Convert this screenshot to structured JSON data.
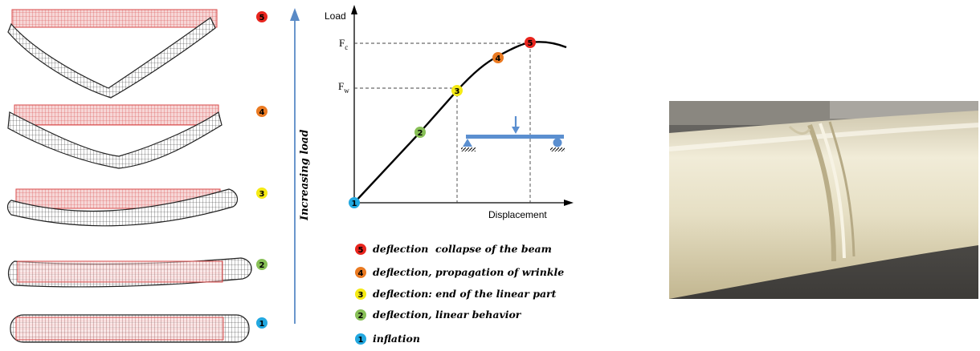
{
  "colors": {
    "reference_beam": "#e05c5c",
    "deformed_beam": "#222222",
    "arrow": "#5a8ac6",
    "beam_icon": "#5b8fd0",
    "curve": "#000000"
  },
  "steps": [
    {
      "num": "5",
      "color": "#e8251e",
      "text": "deflection  collapse of the beam"
    },
    {
      "num": "4",
      "color": "#ea7a22",
      "text": "deflection, propagation of wrinkle"
    },
    {
      "num": "3",
      "color": "#f5ea14",
      "text": "deflection: end of the linear part"
    },
    {
      "num": "2",
      "color": "#88c057",
      "text": "deflection, linear behavior"
    },
    {
      "num": "1",
      "color": "#22a8e0",
      "text": "inflation"
    }
  ],
  "arrow_label": "Increasing load",
  "graph": {
    "y_axis_label": "Load",
    "x_axis_label": "Displacement",
    "fc_main": "F",
    "fc_sub": "c",
    "fw_main": "F",
    "fw_sub": "w"
  },
  "photo": {
    "subject": "inflated beam with wrinkle"
  }
}
